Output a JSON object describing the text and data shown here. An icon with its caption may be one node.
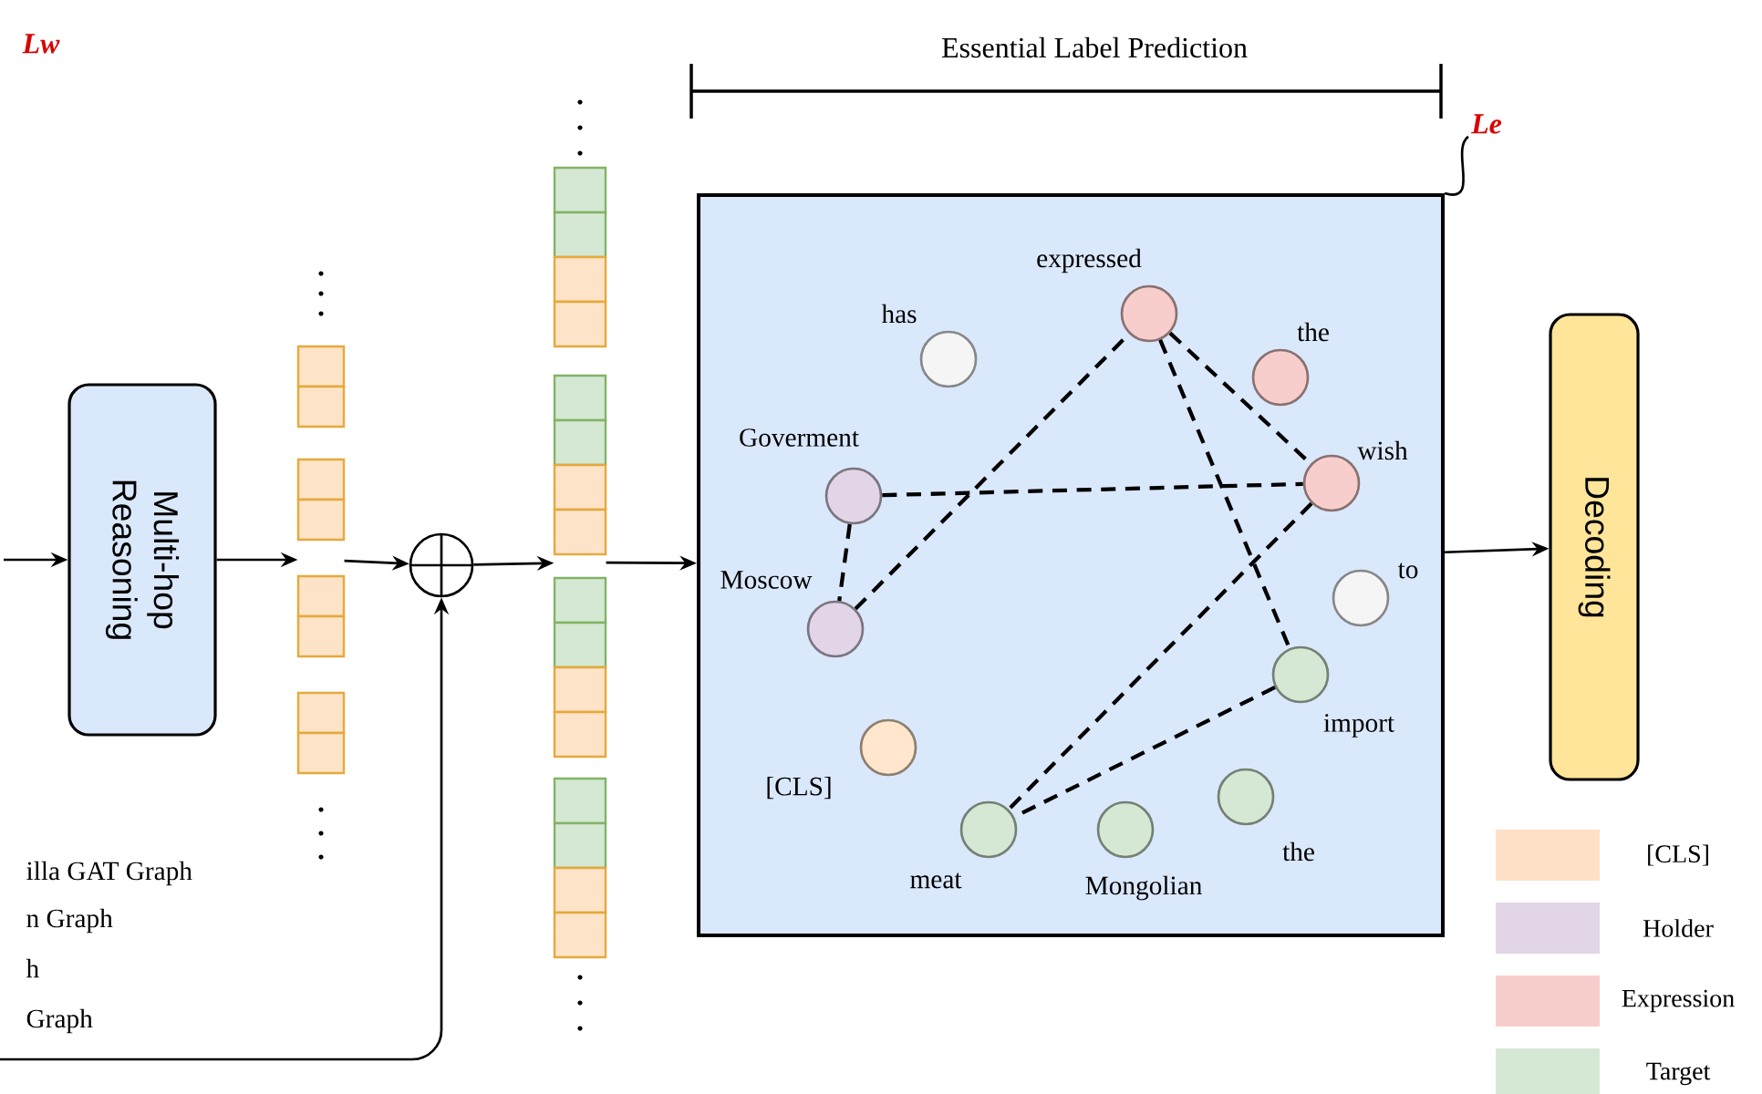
{
  "diagram": {
    "title": "Essential Label Prediction",
    "nodes": [
      {
        "text": [
          "Multi-hop Reasoning"
        ]
      },
      {
        "text": [],
        "shape": "bar"
      },
      {
        "text": [],
        "shape": "circle"
      },
      {
        "text": [],
        "shape": "bar"
      },
      {
        "text": [],
        "shape": "box"
      },
      {
        "text": [],
        "shape": "circle",
        "beside": [
          "has"
        ],
        "in": 4
      },
      {
        "text": [],
        "shape": "circle",
        "beside": [
          "expressed"
        ],
        "in": 4
      },
      {
        "text": [],
        "shape": "circle",
        "beside": [
          "the"
        ],
        "in": 4
      },
      {
        "text": [],
        "shape": "circle",
        "beside": [
          "Goverment"
        ],
        "in": 4
      },
      {
        "text": [],
        "shape": "circle",
        "beside": [
          "wish"
        ],
        "in": 4
      },
      {
        "text": [],
        "shape": "circle",
        "beside": [
          "Moscow"
        ],
        "in": 4
      },
      {
        "text": [],
        "shape": "circle",
        "beside": [
          "to"
        ],
        "in": 4
      },
      {
        "text": [],
        "shape": "circle",
        "beside": [
          "import"
        ],
        "in": 4
      },
      {
        "text": [],
        "shape": "circle",
        "beside": [
          "[CLS]"
        ],
        "in": 4
      },
      {
        "text": [],
        "shape": "circle",
        "beside": [
          "meat"
        ],
        "in": 4
      },
      {
        "text": [],
        "shape": "circle",
        "beside": [
          "Mongolian"
        ],
        "in": 4
      },
      {
        "text": [],
        "shape": "circle",
        "beside": [
          "the"
        ],
        "in": 4
      },
      {
        "text": [
          "Decoding"
        ]
      },
      {
        "text": [
          "Le"
        ]
      }
    ],
    "edges": [
      {
        "from": null,
        "to": 0,
        "arrow": "to"
      },
      {
        "from": 0,
        "to": 1,
        "arrow": "to"
      },
      {
        "from": 1,
        "to": 2,
        "arrow": "to"
      },
      {
        "from": 2,
        "to": 3,
        "arrow": "to"
      },
      {
        "from": 3,
        "to": 4,
        "arrow": "to"
      },
      {
        "from": 4,
        "to": 17,
        "arrow": "to"
      },
      {
        "from": null,
        "to": 2,
        "arrow": "to"
      },
      {
        "from": 18,
        "to": 4,
        "arrow": "none"
      },
      {
        "from": 8,
        "to": 10,
        "arrow": "none",
        "style": "dashed"
      },
      {
        "from": 8,
        "to": 9,
        "arrow": "none",
        "style": "dashed"
      },
      {
        "from": 10,
        "to": 6,
        "arrow": "none",
        "style": "dashed"
      },
      {
        "from": 6,
        "to": 9,
        "arrow": "none",
        "style": "dashed"
      },
      {
        "from": 6,
        "to": 12,
        "arrow": "none",
        "style": "dashed"
      },
      {
        "from": 9,
        "to": 14,
        "arrow": "none",
        "style": "dashed"
      },
      {
        "from": 12,
        "to": 14,
        "arrow": "none",
        "style": "dashed"
      }
    ],
    "labels": [
      "Lw",
      "illa GAT Graph",
      "n Graph",
      "h",
      "Graph"
    ],
    "legend": [
      {
        "text": "[CLS]",
        "color": "#fde0c5"
      },
      {
        "text": "Holder",
        "color": "#e1d5e7"
      },
      {
        "text": "Expression",
        "color": "#f8cecc"
      },
      {
        "text": "Target",
        "color": "#d5e8d4"
      }
    ]
  }
}
